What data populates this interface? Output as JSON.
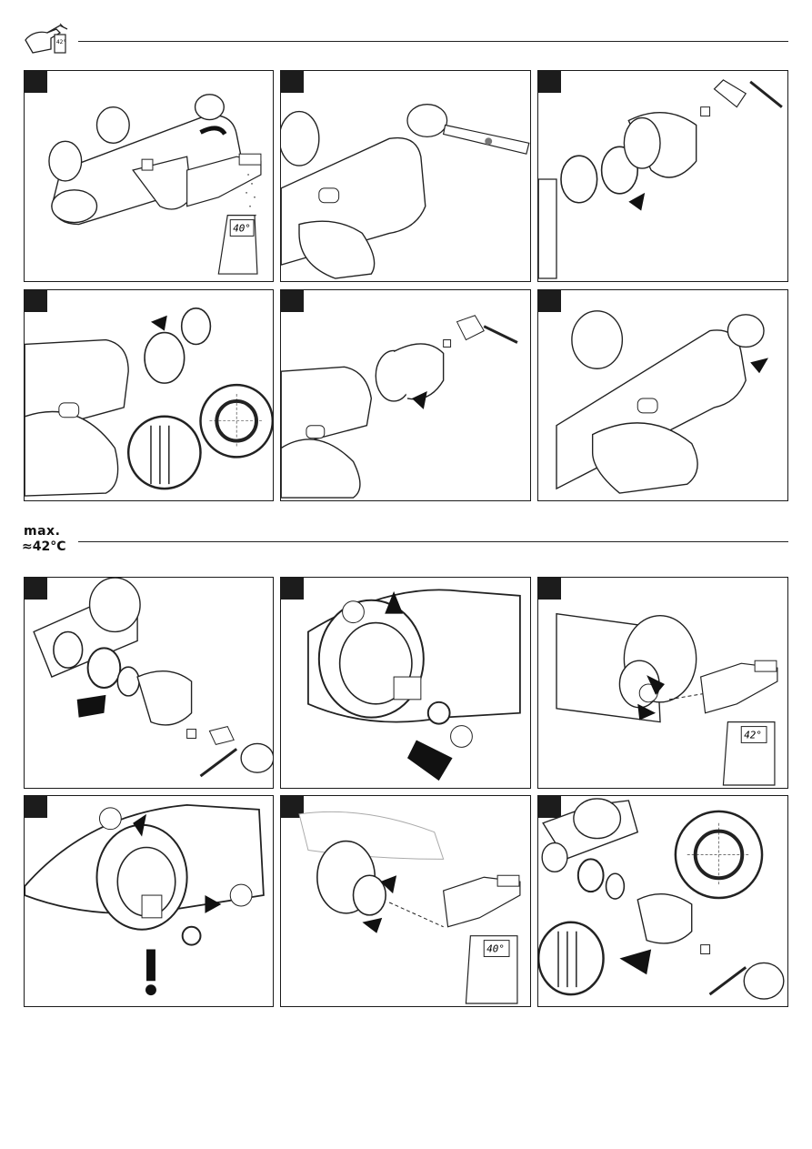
{
  "header": {
    "icon": "hand-with-thermometer-icon"
  },
  "section_two": {
    "max_label": "max.",
    "temp_label": "≈42°C"
  },
  "section_one_panels": [
    {
      "display": "40°"
    },
    {
      "display": ""
    },
    {
      "display": ""
    },
    {
      "display": ""
    },
    {
      "display": ""
    },
    {
      "display": ""
    }
  ],
  "section_two_panels": [
    {
      "display": ""
    },
    {
      "display": ""
    },
    {
      "display": "42°"
    },
    {
      "display": ""
    },
    {
      "display": "40°"
    },
    {
      "display": ""
    }
  ]
}
